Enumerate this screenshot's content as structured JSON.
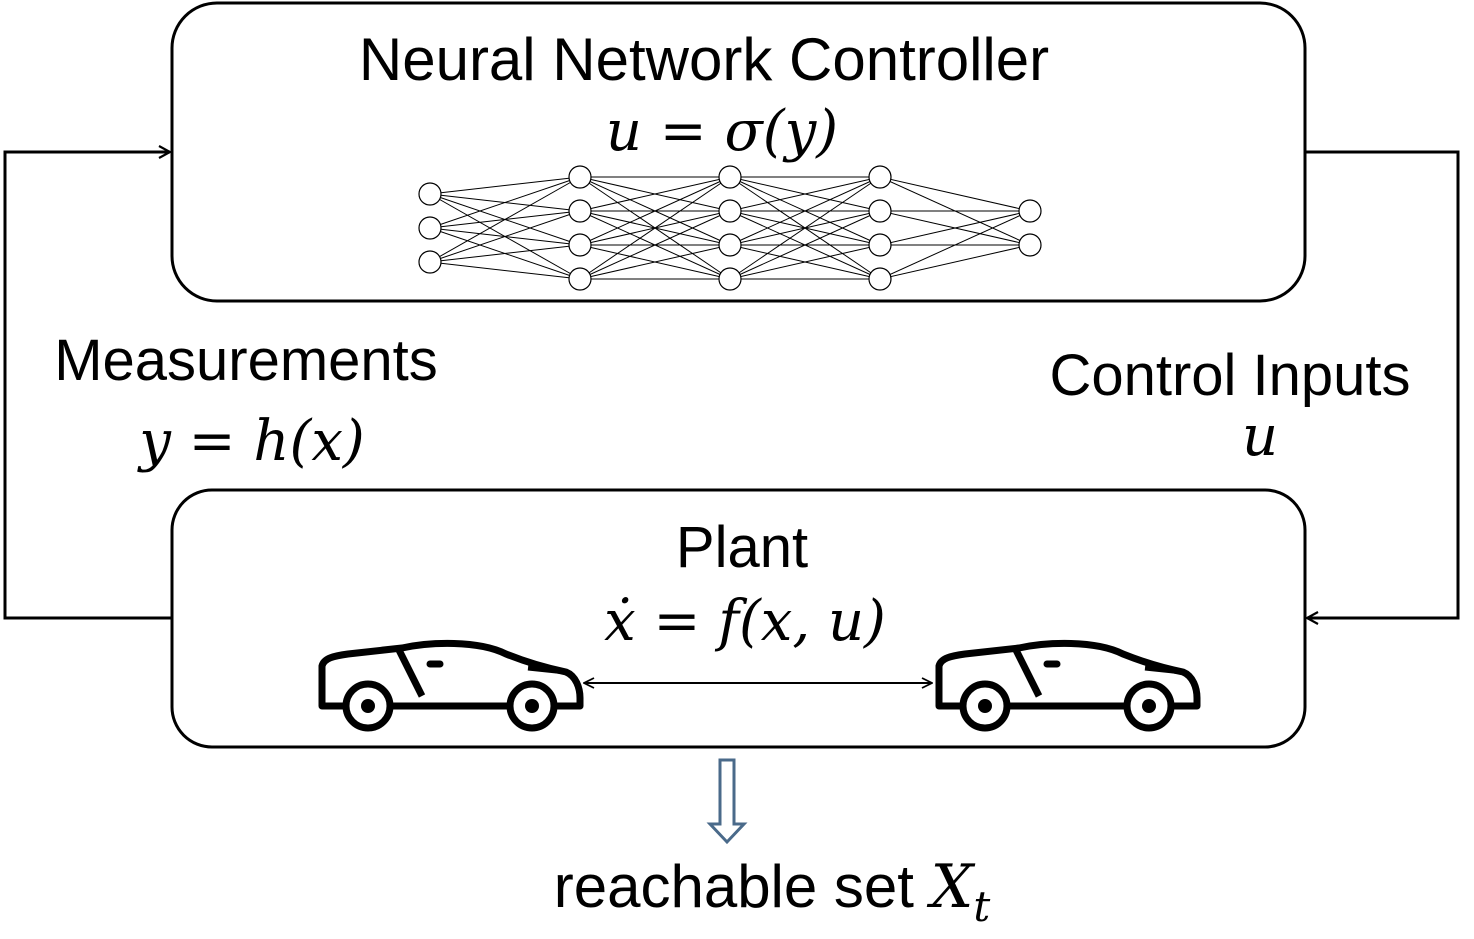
{
  "controller": {
    "title": "Neural Network Controller",
    "eq_lhs": "u",
    "eq_op": " = ",
    "eq_rhs": "σ(y)"
  },
  "measurements": {
    "label": "Measurements",
    "eq_lhs": "y",
    "eq_op": " = ",
    "eq_rhs": "h(x)"
  },
  "control_inputs": {
    "label": "Control Inputs",
    "symbol": "u"
  },
  "plant": {
    "title": "Plant",
    "eq_lhs": "ẋ",
    "eq_op": " = ",
    "eq_rhs": "f(x, u)"
  },
  "output": {
    "label": "reachable set ",
    "symbol": "X",
    "subscript": "t"
  },
  "neural_network": {
    "layers": [
      3,
      4,
      4,
      4,
      2
    ]
  },
  "colors": {
    "line": "#000000",
    "output_arrow": "#4a6a8a"
  }
}
